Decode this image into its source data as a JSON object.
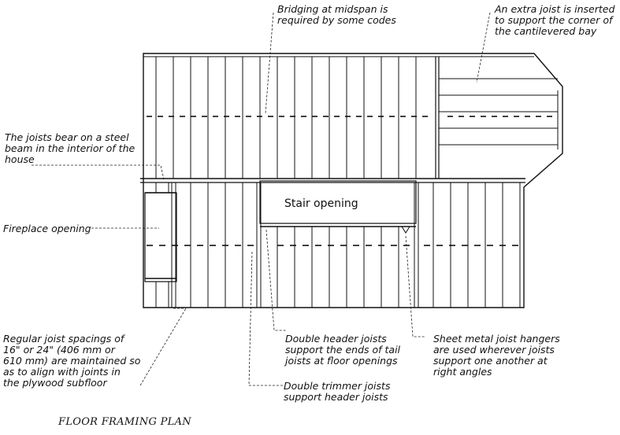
{
  "labels": {
    "bridging": "Bridging at midspan is\nrequired by some codes",
    "extra_joist": "An extra joist is inserted\nto support the corner of\nthe cantilevered bay",
    "steel_beam": "The joists bear on a steel\nbeam in the interior of the\nhouse",
    "fireplace": "Fireplace opening",
    "stair": "Stair opening",
    "regular": "Regular joist spacings of\n16\" or 24\" (406 mm or\n610 mm) are maintained so\nas to align with joints in\nthe plywood subfloor",
    "double_header": "Double header joists\nsupport the ends of tail\njoists at floor openings",
    "hangers": "Sheet metal joist hangers\nare used wherever joists\nsupport one another at\nright angles",
    "double_trimmer": "Double trimmer joists\nsupport header joists"
  },
  "title": "FLOOR FRAMING PLAN"
}
